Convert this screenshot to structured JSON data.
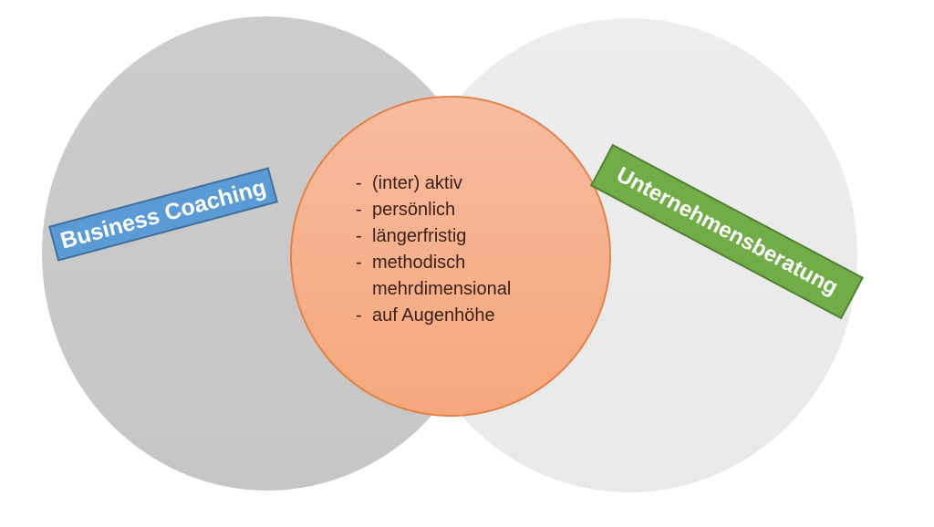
{
  "diagram": {
    "type": "venn",
    "background": "#ffffff",
    "left_circle": {
      "label": "Business Coaching",
      "fill": "#c9c9c9",
      "label_fill": "#5b9bd5",
      "label_border": "#41719c",
      "label_text_color": "#ffffff"
    },
    "right_circle": {
      "label": "Unternehmensberatung",
      "fill": "#ebebeb",
      "label_fill": "#70ad47",
      "label_border": "#538135",
      "label_text_color": "#ffffff"
    },
    "overlap_circle": {
      "bullet_char": "-",
      "items": [
        "(inter) aktiv",
        "persönlich",
        "längerfristig",
        "methodisch mehrdimensional",
        "auf Augenhöhe"
      ],
      "fill_top": "#f8bc9f",
      "fill_bottom": "#f5a87c",
      "border_color": "#e2824a",
      "text_color": "#3a2019"
    }
  }
}
